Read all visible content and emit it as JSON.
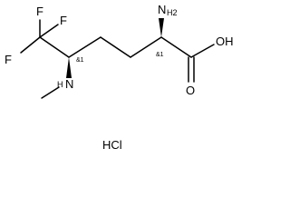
{
  "structure": {
    "atoms": {
      "f_top": "F",
      "f_left": "F",
      "f_right": "F",
      "amine_n": "N",
      "amine_h2": "H2",
      "acid_oh": "OH",
      "acid_o": "O",
      "methylamine_h": "H",
      "methylamine_n": "N"
    },
    "stereo_labels": {
      "c5": "&1",
      "c2": "&1"
    },
    "salt": "HCl"
  }
}
